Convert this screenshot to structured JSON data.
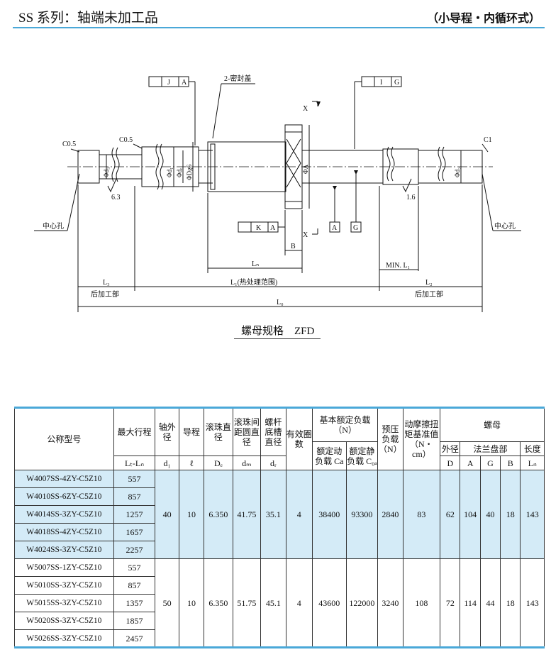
{
  "header": {
    "title": "SS 系列：轴端未加工品",
    "subtitle": "（小导程・内循环式）"
  },
  "drawing": {
    "labels": {
      "c05_left": "C0.5",
      "c05_mid": "C0.5",
      "c1": "C1",
      "seal": "2-密封盖",
      "gdt_j": [
        "J",
        "A"
      ],
      "gdt_i": [
        "I",
        "G"
      ],
      "gdt_k": [
        "K",
        "A"
      ],
      "datum_a": "A",
      "datum_g": "G",
      "x_top": "X",
      "x_bottom": "X",
      "d3": "Φd₃",
      "d1": "Φd₁",
      "dr": "Φdᵣ",
      "dpg6": "ΦDg6",
      "phiA": "ΦA",
      "d2": "Φd₂",
      "rough_left": "6.3",
      "rough_right": "1.6",
      "center_hole_left": "中心孔",
      "center_hole_right": "中心孔",
      "Ln": "Lₙ",
      "B": "B",
      "min_l1": "MIN. L₁",
      "L3": "L₃",
      "L1": "L₁(热处理范围)",
      "L2": "L₂",
      "post_left": "后加工部",
      "post_right": "后加工部",
      "L0": "L₀"
    },
    "caption": "螺母规格　ZFD"
  },
  "table": {
    "headers": {
      "model": "公称型号",
      "stroke": "最大行程",
      "stroke_sym": "Lₜ-Lₙ",
      "shaft": "轴外径",
      "shaft_sym": "d₁",
      "lead": "导程",
      "lead_sym": "ℓ",
      "ball": "滚珠直径",
      "ball_sym": "Dₑ",
      "pcd": "滚珠间距圆直径",
      "pcd_sym": "dₘ",
      "root": "螺杆底槽直径",
      "root_sym": "dᵣ",
      "turns": "有效圈数",
      "load": "基本额定负载（N）",
      "dyn": "额定动负载 Ca",
      "stat": "额定静负载 C₀ₐ",
      "preload": "预压负载（N）",
      "torque": "动摩擦扭矩基准值（N・cm）",
      "nut": "螺母",
      "outer": "外径",
      "flange": "法兰盘部",
      "length": "长度",
      "D": "D",
      "A": "A",
      "G": "G",
      "B": "B",
      "Ln": "Lₙ"
    },
    "groups": [
      {
        "rows": [
          {
            "model": "W4007SS-4ZY-C5Z10",
            "stroke": "557"
          },
          {
            "model": "W4010SS-6ZY-C5Z10",
            "stroke": "857"
          },
          {
            "model": "W4014SS-3ZY-C5Z10",
            "stroke": "1257"
          },
          {
            "model": "W4018SS-4ZY-C5Z10",
            "stroke": "1657"
          },
          {
            "model": "W4024SS-3ZY-C5Z10",
            "stroke": "2257"
          }
        ],
        "d1": "40",
        "lead": "10",
        "ball": "6.350",
        "pcd": "41.75",
        "root": "35.1",
        "turns": "4",
        "ca": "38400",
        "c0a": "93300",
        "preload": "2840",
        "torque": "83",
        "D": "62",
        "A": "104",
        "G": "40",
        "B": "18",
        "Ln": "143"
      },
      {
        "rows": [
          {
            "model": "W5007SS-1ZY-C5Z10",
            "stroke": "557"
          },
          {
            "model": "W5010SS-3ZY-C5Z10",
            "stroke": "857"
          },
          {
            "model": "W5015SS-3ZY-C5Z10",
            "stroke": "1357"
          },
          {
            "model": "W5020SS-3ZY-C5Z10",
            "stroke": "1857"
          },
          {
            "model": "W5026SS-3ZY-C5Z10",
            "stroke": "2457"
          }
        ],
        "d1": "50",
        "lead": "10",
        "ball": "6.350",
        "pcd": "51.75",
        "root": "45.1",
        "turns": "4",
        "ca": "43600",
        "c0a": "122000",
        "preload": "3240",
        "torque": "108",
        "D": "72",
        "A": "114",
        "G": "44",
        "B": "18",
        "Ln": "143"
      }
    ],
    "colors": {
      "accent": "#4aa8d8",
      "highlight": "#d4ebf7"
    }
  }
}
